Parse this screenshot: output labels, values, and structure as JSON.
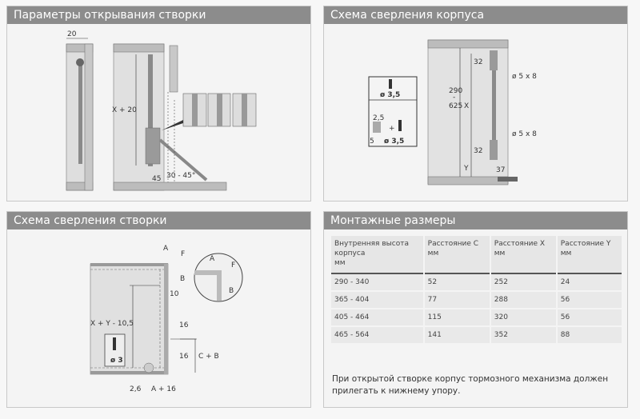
{
  "panels": {
    "opening": {
      "title": "Параметры открывания створки",
      "labels": {
        "dim_20": "20",
        "x_plus_20": "X + 20",
        "dim_45": "45",
        "angle": "30 - 45°"
      }
    },
    "body_drilling": {
      "title": "Схема сверления корпуса",
      "labels": {
        "screw1": "ø 3,5",
        "dim_2_5": "2,5",
        "dim_5": "5",
        "screw2": "ø 3,5",
        "range_from": "290",
        "range_dash": "-",
        "range_to": "625",
        "x": "X",
        "y": "Y",
        "dim_32_top": "32",
        "dim_32_bottom": "32",
        "hole_top": "ø 5 x 8",
        "hole_bottom": "ø 5 x 8",
        "dim_37": "37"
      }
    },
    "door_drilling": {
      "title": "Схема сверления створки",
      "labels": {
        "a": "A",
        "f": "F",
        "b": "B",
        "zoom_a": "A",
        "zoom_f": "F",
        "zoom_b": "B",
        "dim_10": "10",
        "xy": "X + Y - 10,5",
        "dim_16_top": "16",
        "dim_16_bottom": "16",
        "c_plus_b": "C + B",
        "screw": "ø 3",
        "dim_2_6": "2,6",
        "a_plus_16": "A + 16"
      }
    },
    "mounting": {
      "title": "Монтажные размеры",
      "headers": [
        [
          "Внутренняя высота",
          "корпуса",
          "мм"
        ],
        [
          "Расстояние C",
          "мм"
        ],
        [
          "Расстояние X",
          "мм"
        ],
        [
          "Расстояние Y",
          "мм"
        ]
      ],
      "rows": [
        [
          "290 - 340",
          "52",
          "252",
          "24"
        ],
        [
          "365 - 404",
          "77",
          "288",
          "56"
        ],
        [
          "405 - 464",
          "115",
          "320",
          "56"
        ],
        [
          "465 - 564",
          "141",
          "352",
          "88"
        ]
      ],
      "note": "При открытой створке корпус тормозного механизма должен прилегать к нижнему упору."
    }
  }
}
